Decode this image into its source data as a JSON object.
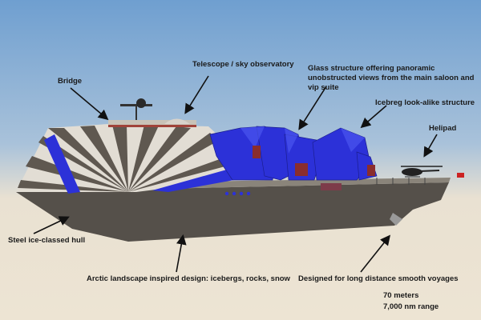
{
  "annotations": {
    "bridge": "Bridge",
    "telescope": "Telescope / sky observatory",
    "glass_structure": "Glass structure offering panoramic unobstructed views from the main saloon and vip suite",
    "iceberg_structure": "Icebreg look-alike structure",
    "helipad": "Helipad",
    "hull": "Steel ice-classed hull",
    "design": "Arctic landscape inspired design: icebergs, rocks, snow",
    "voyages": "Designed for long distance smooth voyages"
  },
  "specs": {
    "length": "70 meters",
    "range": "7,000 nm range"
  },
  "colors": {
    "sky_top": "#6f9fd0",
    "horizon": "#e9e1d2",
    "ground": "#ede4d3",
    "hull_dark": "#55504a",
    "camo_light": "#e2ddd4",
    "glass_blue": "#2c31d8",
    "arrow": "#111111"
  }
}
